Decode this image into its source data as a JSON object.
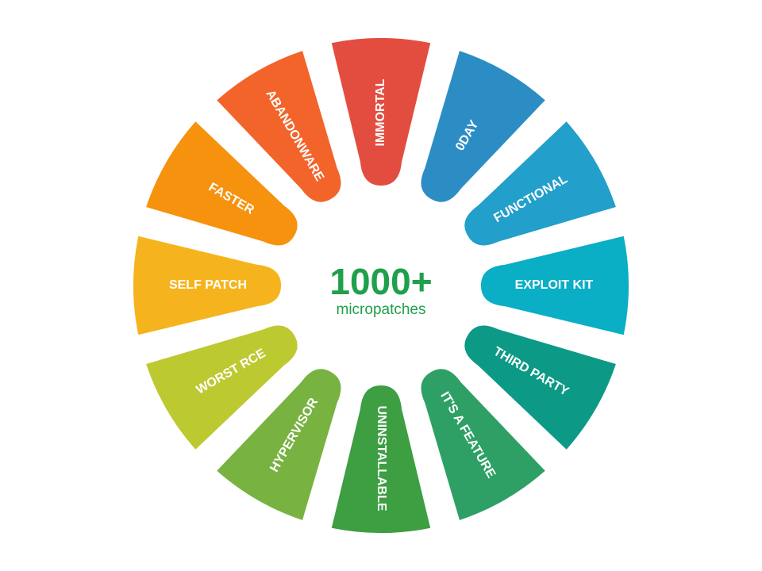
{
  "center": {
    "value": "1000+",
    "caption": "micropatches"
  },
  "segments": [
    {
      "label": "IMMORTAL",
      "color": "#e34d3f"
    },
    {
      "label": "0DAY",
      "color": "#2c8dc4"
    },
    {
      "label": "FUNCTIONAL",
      "color": "#229fca"
    },
    {
      "label": "EXPLOIT KIT",
      "color": "#0aaec5"
    },
    {
      "label": "THIRD PARTY",
      "color": "#0c9a86"
    },
    {
      "label": "IT'S A FEATURE",
      "color": "#2ea065"
    },
    {
      "label": "UNINSTALLABLE",
      "color": "#3d9e42"
    },
    {
      "label": "HYPERVISOR",
      "color": "#78b240"
    },
    {
      "label": "WORST RCE",
      "color": "#bdc930"
    },
    {
      "label": "SELF PATCH",
      "color": "#f5b41e"
    },
    {
      "label": "FASTER",
      "color": "#f7920f"
    },
    {
      "label": "ABANDONWARE",
      "color": "#f2642a"
    }
  ]
}
